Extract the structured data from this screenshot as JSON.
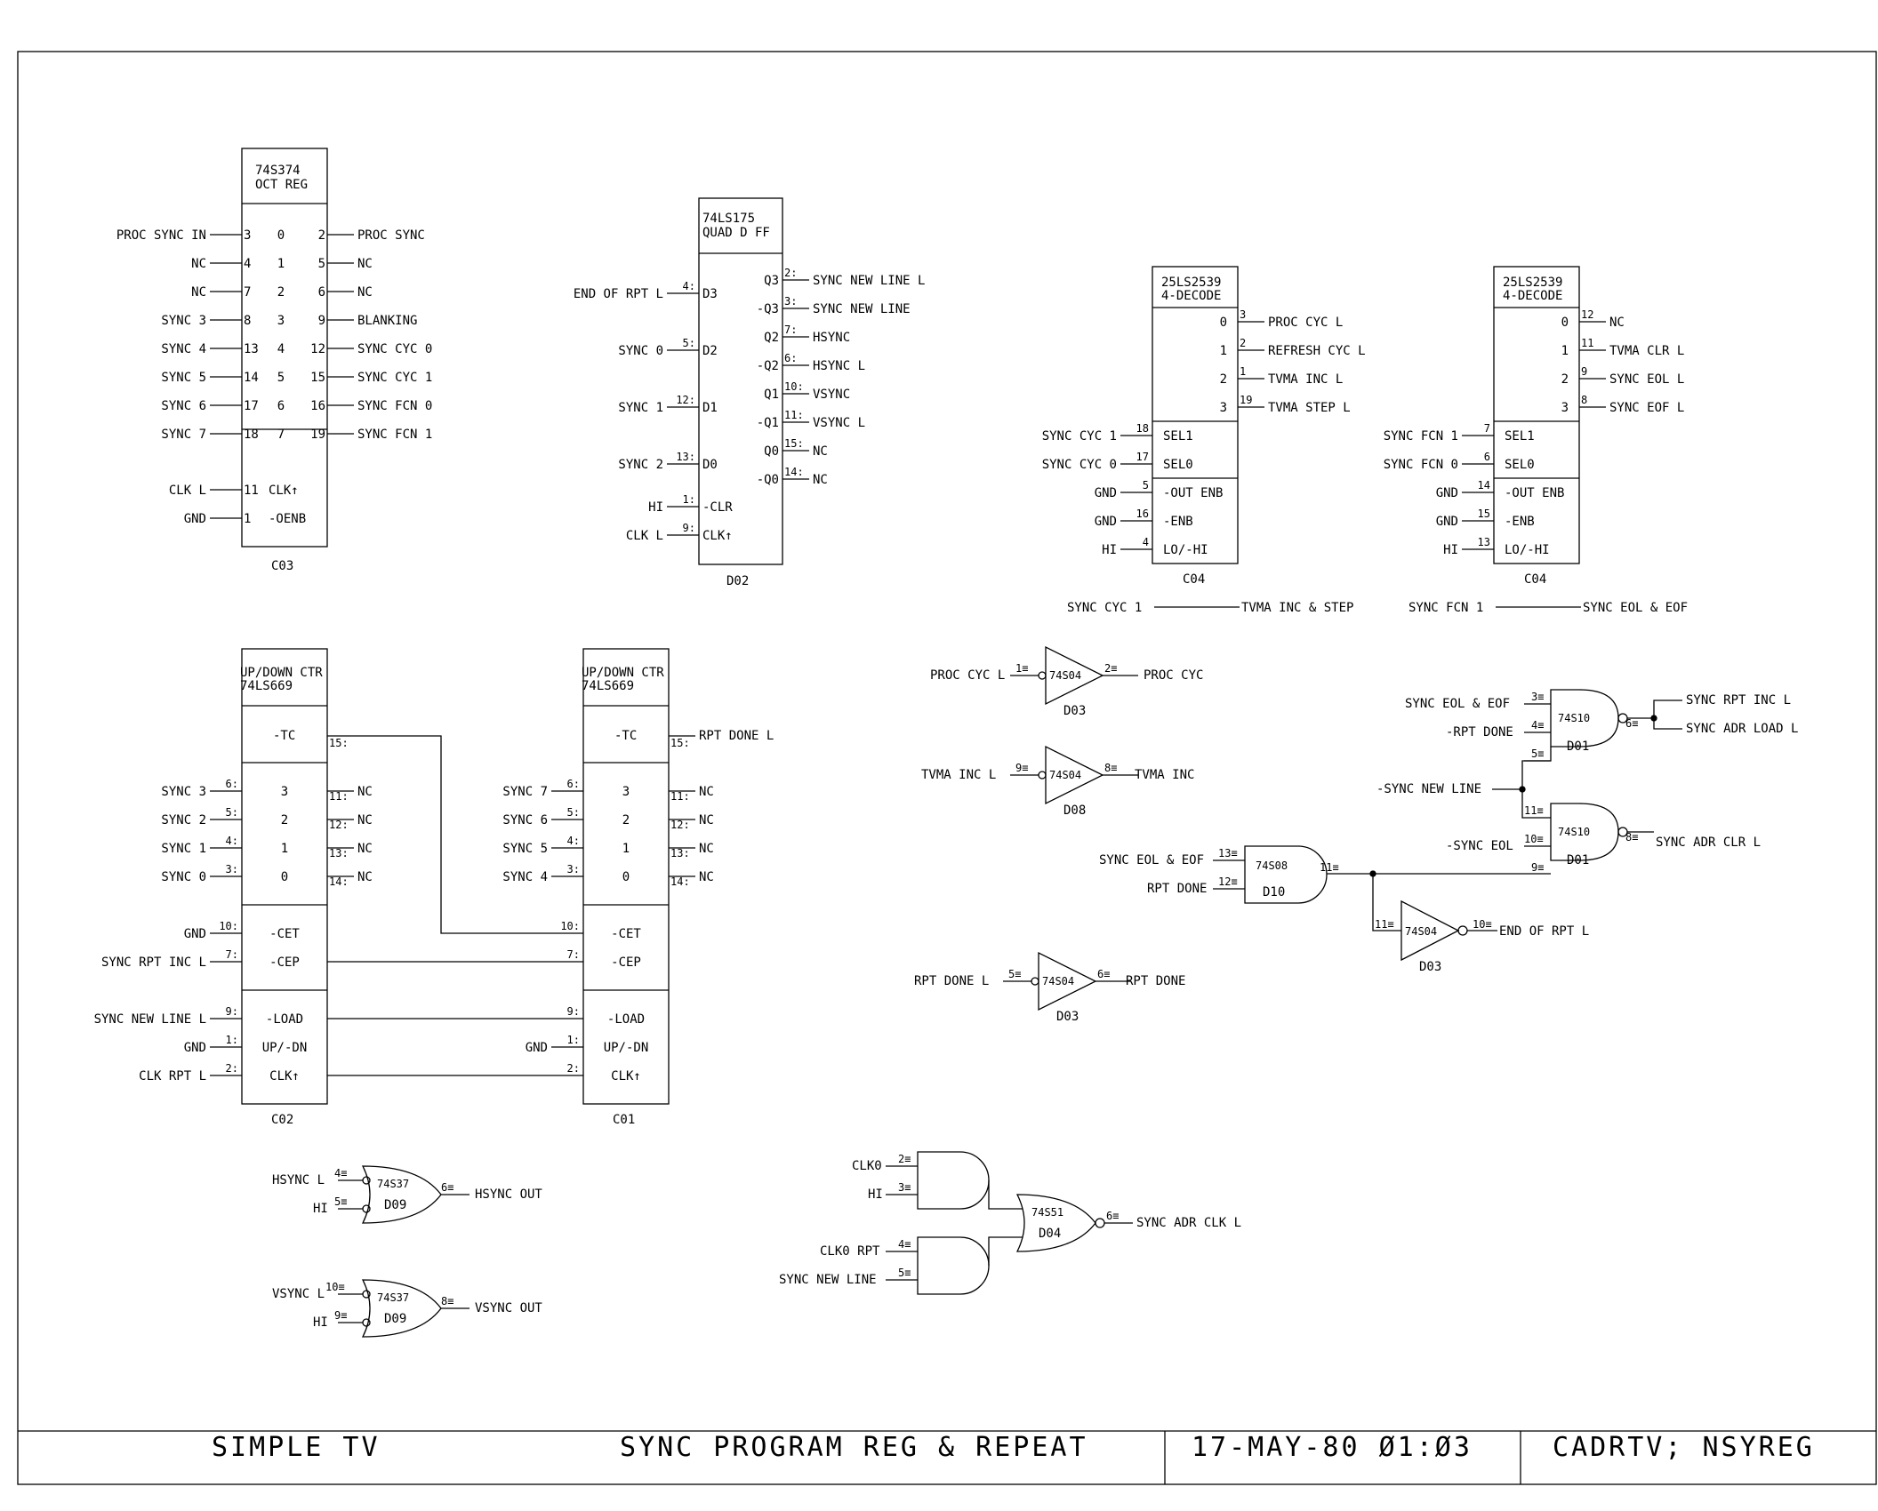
{
  "title_block": {
    "project": "SIMPLE TV",
    "sheet_title": "SYNC PROGRAM REG & REPEAT",
    "date_time": "17-MAY-80 Ø1:Ø3",
    "file": "CADRTV; NSYREG"
  },
  "chips": {
    "c03": {
      "title1": "74S374",
      "title2": "OCT REG",
      "ref": "C03",
      "inputs": [
        {
          "signal": "PROC SYNC IN",
          "pin": "3",
          "idx": "0"
        },
        {
          "signal": "NC",
          "pin": "4",
          "idx": "1"
        },
        {
          "signal": "NC",
          "pin": "7",
          "idx": "2"
        },
        {
          "signal": "SYNC 3",
          "pin": "8",
          "idx": "3"
        },
        {
          "signal": "SYNC 4",
          "pin": "13",
          "idx": "4"
        },
        {
          "signal": "SYNC 5",
          "pin": "14",
          "idx": "5"
        },
        {
          "signal": "SYNC 6",
          "pin": "17",
          "idx": "6"
        },
        {
          "signal": "SYNC 7",
          "pin": "18",
          "idx": "7"
        }
      ],
      "outputs": [
        {
          "signal": "PROC SYNC",
          "pin": "2"
        },
        {
          "signal": "NC",
          "pin": "5"
        },
        {
          "signal": "NC",
          "pin": "6"
        },
        {
          "signal": "BLANKING",
          "pin": "9"
        },
        {
          "signal": "SYNC CYC 0",
          "pin": "12"
        },
        {
          "signal": "SYNC CYC 1",
          "pin": "15"
        },
        {
          "signal": "SYNC FCN 0",
          "pin": "16"
        },
        {
          "signal": "SYNC FCN 1",
          "pin": "19"
        }
      ],
      "controls": [
        {
          "signal": "CLK L",
          "pin": "11",
          "label": "CLK↑"
        },
        {
          "signal": "GND",
          "pin": "1",
          "label": "-OENB"
        }
      ]
    },
    "d02": {
      "title1": "74LS175",
      "title2": "QUAD D FF",
      "ref": "D02",
      "inputs": [
        {
          "signal": "END OF RPT L",
          "pin": "4:",
          "label": "D3"
        },
        {
          "signal": "SYNC 0",
          "pin": "5:",
          "label": "D2"
        },
        {
          "signal": "SYNC 1",
          "pin": "12:",
          "label": "D1"
        },
        {
          "signal": "SYNC 2",
          "pin": "13:",
          "label": "D0"
        },
        {
          "signal": "HI",
          "pin": "1:",
          "label": "-CLR"
        },
        {
          "signal": "CLK L",
          "pin": "9:",
          "label": "CLK↑"
        }
      ],
      "outputs": [
        {
          "label": "Q3",
          "pin": "2:",
          "signal": "SYNC NEW LINE L"
        },
        {
          "label": "-Q3",
          "pin": "3:",
          "signal": "SYNC NEW LINE"
        },
        {
          "label": "Q2",
          "pin": "7:",
          "signal": "HSYNC"
        },
        {
          "label": "-Q2",
          "pin": "6:",
          "signal": "HSYNC L"
        },
        {
          "label": "Q1",
          "pin": "10:",
          "signal": "VSYNC"
        },
        {
          "label": "-Q1",
          "pin": "11:",
          "signal": "VSYNC L"
        },
        {
          "label": "Q0",
          "pin": "15:",
          "signal": "NC"
        },
        {
          "label": "-Q0",
          "pin": "14:",
          "signal": "NC"
        }
      ]
    },
    "c04a": {
      "title1": "25LS2539",
      "title2": "4-DECODE",
      "ref": "C04",
      "outputs": [
        {
          "idx": "0",
          "pin": "3",
          "signal": "PROC CYC L"
        },
        {
          "idx": "1",
          "pin": "2",
          "signal": "REFRESH CYC L"
        },
        {
          "idx": "2",
          "pin": "1",
          "signal": "TVMA INC L"
        },
        {
          "idx": "3",
          "pin": "19",
          "signal": "TVMA STEP L"
        }
      ],
      "inputs": [
        {
          "signal": "SYNC CYC 1",
          "pin": "18",
          "label": "SEL1"
        },
        {
          "signal": "SYNC CYC 0",
          "pin": "17",
          "label": "SEL0"
        },
        {
          "signal": "GND",
          "pin": "5",
          "label": "-OUT ENB"
        },
        {
          "signal": "GND",
          "pin": "16",
          "label": "-ENB"
        },
        {
          "signal": "HI",
          "pin": "4",
          "label": "LO/-HI"
        }
      ],
      "legend_left": "SYNC CYC 1",
      "legend_right": "TVMA INC & STEP"
    },
    "c04b": {
      "title1": "25LS2539",
      "title2": "4-DECODE",
      "ref": "C04",
      "outputs": [
        {
          "idx": "0",
          "pin": "12",
          "signal": "NC"
        },
        {
          "idx": "1",
          "pin": "11",
          "signal": "TVMA CLR L"
        },
        {
          "idx": "2",
          "pin": "9",
          "signal": "SYNC EOL L"
        },
        {
          "idx": "3",
          "pin": "8",
          "signal": "SYNC EOF L"
        }
      ],
      "inputs": [
        {
          "signal": "SYNC FCN 1",
          "pin": "7",
          "label": "SEL1"
        },
        {
          "signal": "SYNC FCN 0",
          "pin": "6",
          "label": "SEL0"
        },
        {
          "signal": "GND",
          "pin": "14",
          "label": "-OUT ENB"
        },
        {
          "signal": "GND",
          "pin": "15",
          "label": "-ENB"
        },
        {
          "signal": "HI",
          "pin": "13",
          "label": "LO/-HI"
        }
      ],
      "legend_left": "SYNC FCN 1",
      "legend_right": "SYNC EOL & EOF"
    },
    "c02": {
      "title1": "UP/DOWN CTR",
      "title2": "74LS669",
      "ref": "C02",
      "tc_label": "-TC",
      "tc_pin": "15:",
      "data": [
        {
          "signal": "SYNC 3",
          "pin": "6:",
          "idx": "3",
          "opin": "11:",
          "out": "NC"
        },
        {
          "signal": "SYNC 2",
          "pin": "5:",
          "idx": "2",
          "opin": "12:",
          "out": "NC"
        },
        {
          "signal": "SYNC 1",
          "pin": "4:",
          "idx": "1",
          "opin": "13:",
          "out": "NC"
        },
        {
          "signal": "SYNC 0",
          "pin": "3:",
          "idx": "0",
          "opin": "14:",
          "out": "NC"
        }
      ],
      "ce": [
        {
          "signal": "GND",
          "pin": "10:",
          "label": "-CET"
        },
        {
          "signal": "SYNC RPT INC L",
          "pin": "7:",
          "label": "-CEP"
        }
      ],
      "ld": [
        {
          "signal": "SYNC NEW LINE L",
          "pin": "9:",
          "label": "-LOAD"
        },
        {
          "signal": "GND",
          "pin": "1:",
          "label": "UP/-DN"
        },
        {
          "signal": "CLK RPT L",
          "pin": "2:",
          "label": "CLK↑"
        }
      ]
    },
    "c01": {
      "title1": "UP/DOWN CTR",
      "title2": "74LS669",
      "ref": "C01",
      "tc_label": "-TC",
      "tc_pin": "15:",
      "tc_out": "RPT DONE L",
      "data": [
        {
          "signal": "SYNC 7",
          "pin": "6:",
          "idx": "3",
          "opin": "11:",
          "out": "NC"
        },
        {
          "signal": "SYNC 6",
          "pin": "5:",
          "idx": "2",
          "opin": "12:",
          "out": "NC"
        },
        {
          "signal": "SYNC 5",
          "pin": "4:",
          "idx": "1",
          "opin": "13:",
          "out": "NC"
        },
        {
          "signal": "SYNC 4",
          "pin": "3:",
          "idx": "0",
          "opin": "14:",
          "out": "NC"
        }
      ],
      "ce": [
        {
          "pin": "10:",
          "label": "-CET"
        },
        {
          "pin": "7:",
          "label": "-CEP"
        }
      ],
      "ld": [
        {
          "pin": "9:",
          "label": "-LOAD"
        },
        {
          "signal": "GND",
          "pin": "1:",
          "label": "UP/-DN"
        },
        {
          "pin": "2:",
          "label": "CLK↑"
        }
      ]
    }
  },
  "gates": {
    "inv_proc": {
      "in": "PROC CYC L",
      "in_pin": "1≡",
      "type": "74S04",
      "out_pin": "2≡",
      "out": "PROC CYC",
      "ref": "D03"
    },
    "inv_tvma": {
      "in": "TVMA INC L",
      "in_pin": "9≡",
      "type": "74S04",
      "out_pin": "8≡",
      "out": "TVMA INC",
      "ref": "D08"
    },
    "inv_rpt": {
      "in": "RPT DONE L",
      "in_pin": "5≡",
      "type": "74S04",
      "out_pin": "6≡",
      "out": "RPT DONE",
      "ref": "D03"
    },
    "inv_eor": {
      "in_pin": "11≡",
      "type": "74S04",
      "out_pin": "10≡",
      "out": "END OF RPT L",
      "ref": "D03"
    },
    "and_d10": {
      "in1": "SYNC EOL & EOF",
      "in1_pin": "13≡",
      "in2": "RPT DONE",
      "in2_pin": "12≡",
      "type": "74S08",
      "ref": "D10",
      "out_pin": "11≡"
    },
    "nand_a": {
      "in1": "SYNC EOL & EOF",
      "in1_pin": "3≡",
      "in2": "-RPT DONE",
      "in2_pin": "4≡",
      "in3_pin": "5≡",
      "type": "74S10",
      "ref": "D01",
      "out_pin": "6≡",
      "out1": "SYNC RPT INC L",
      "out2": "SYNC ADR LOAD L"
    },
    "nand_b": {
      "in1_pin": "11≡",
      "in2": "-SYNC EOL",
      "in2_pin": "10≡",
      "in3_pin": "9≡",
      "type": "74S10",
      "ref": "D01",
      "out_pin": "8≡",
      "out": "SYNC ADR CLR L"
    },
    "new_line": "-SYNC NEW LINE",
    "nor_h": {
      "in1": "HSYNC L",
      "in1_pin": "4≡",
      "in2": "HI",
      "in2_pin": "5≡",
      "type": "74S37",
      "ref": "D09",
      "out_pin": "6≡",
      "out": "HSYNC OUT"
    },
    "nor_v": {
      "in1": "VSYNC L",
      "in1_pin": "10≡",
      "in2": "HI",
      "in2_pin": "9≡",
      "type": "74S37",
      "ref": "D09",
      "out_pin": "8≡",
      "out": "VSYNC OUT"
    },
    "aoi": {
      "a1": "CLK0",
      "a1_pin": "2≡",
      "a2": "HI",
      "a2_pin": "3≡",
      "b1": "CLK0 RPT",
      "b1_pin": "4≡",
      "b2": "SYNC NEW LINE",
      "b2_pin": "5≡",
      "type": "74S51",
      "ref": "D04",
      "out_pin": "6≡",
      "out": "SYNC ADR CLK L"
    }
  }
}
